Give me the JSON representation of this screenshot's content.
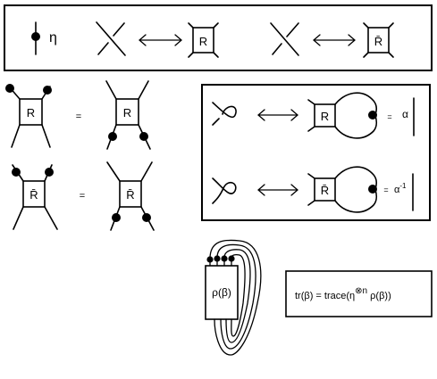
{
  "labels": {
    "eta": "η",
    "r": "R",
    "r_bar": "R̄",
    "equals": "=",
    "alpha": "α",
    "alpha_base": "α",
    "alpha_exp": "-1",
    "rho_beta": "ρ(β)",
    "trace_prefix": "tr(β) = trace(η",
    "trace_exp": "⊗n",
    "trace_suffix": " ρ(β))"
  },
  "icons": {
    "double_arrow": "double-arrow-icon",
    "crossing": "crossing-icon",
    "kink": "kink-icon",
    "dot": "dot-icon"
  }
}
